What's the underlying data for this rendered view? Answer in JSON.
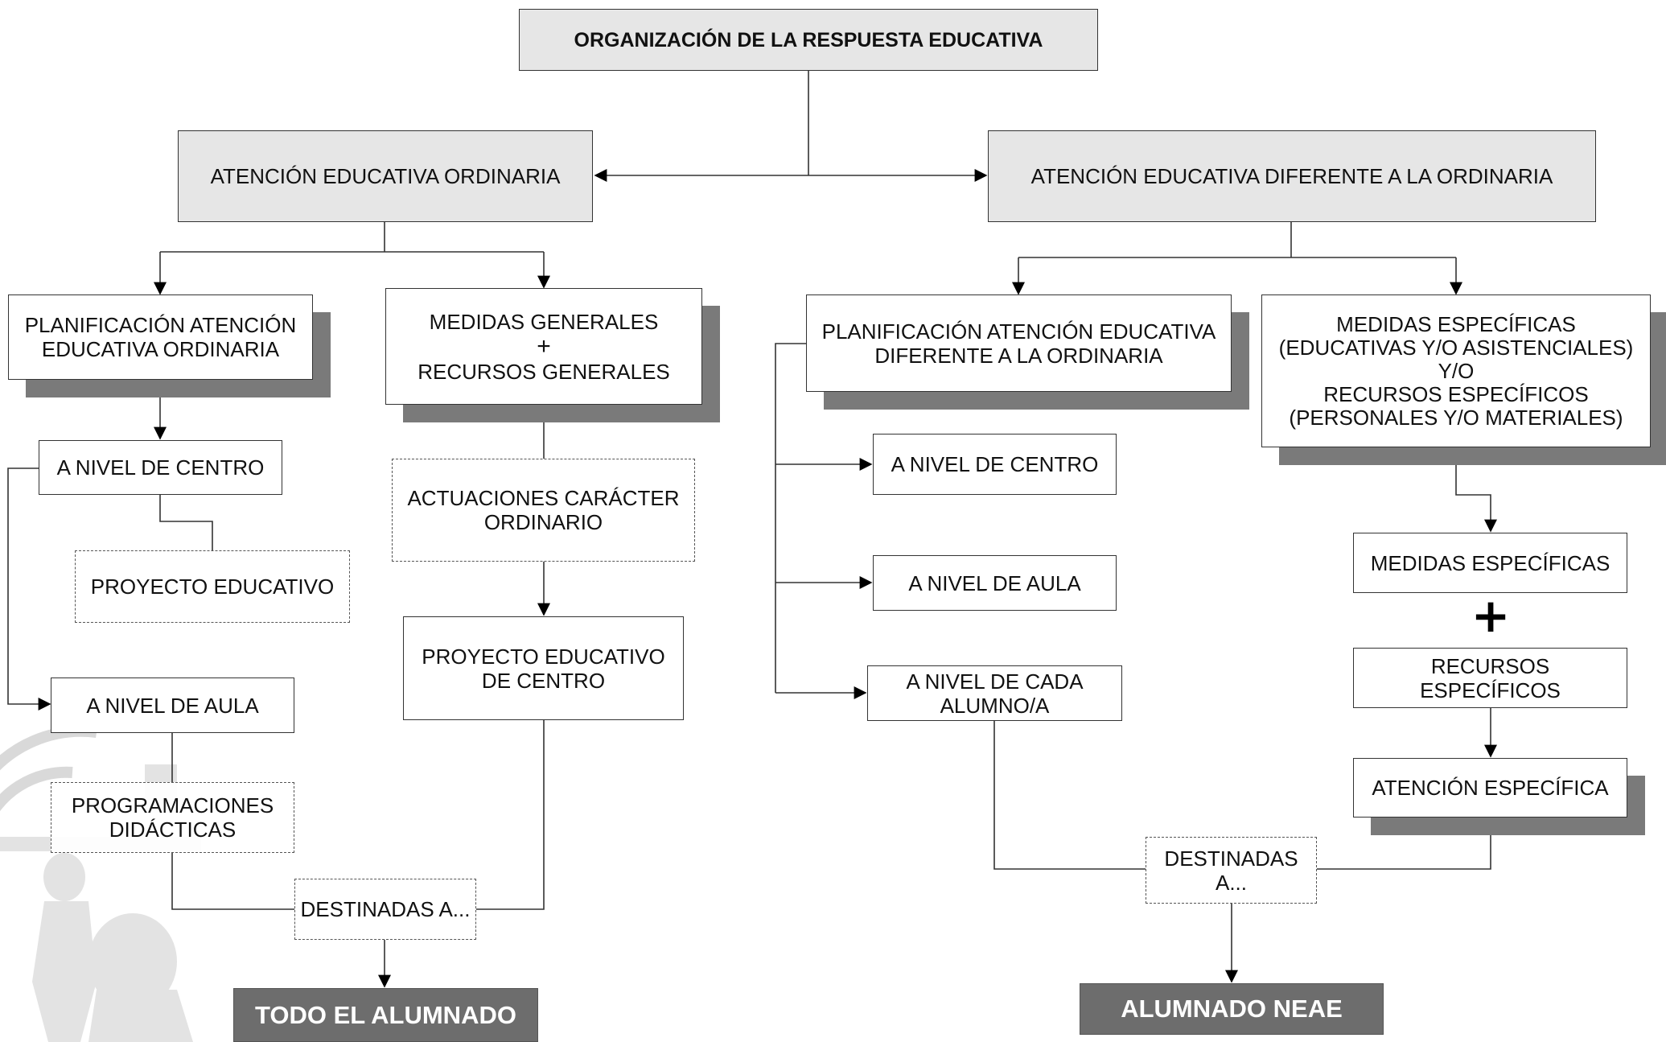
{
  "diagram": {
    "title": "ORGANIZACIÓN DE LA RESPUESTA EDUCATIVA",
    "ordinaria": {
      "title": "ATENCIÓN EDUCATIVA ORDINARIA",
      "planificacion": "PLANIFICACIÓN ATENCIÓN\nEDUCATIVA ORDINARIA",
      "nivel_centro": "A NIVEL DE CENTRO",
      "proyecto_educativo": "PROYECTO EDUCATIVO",
      "nivel_aula": "A NIVEL DE AULA",
      "programaciones": "PROGRAMACIONES\nDIDÁCTICAS",
      "medidas_generales": "MEDIDAS GENERALES",
      "plus": "+",
      "recursos_generales": "RECURSOS  GENERALES",
      "actuaciones": "ACTUACIONES CARÁCTER\nORDINARIO",
      "proyecto_centro": "PROYECTO EDUCATIVO\nDE CENTRO",
      "destinadas": "DESTINADAS A...",
      "destino": "TODO EL ALUMNADO"
    },
    "diferente": {
      "title": "ATENCIÓN EDUCATIVA DIFERENTE A LA ORDINARIA",
      "planificacion": "PLANIFICACIÓN ATENCIÓN EDUCATIVA\nDIFERENTE A LA ORDINARIA",
      "nivel_centro": "A NIVEL DE CENTRO",
      "nivel_aula": "A NIVEL DE AULA",
      "nivel_alumno": "A NIVEL DE CADA\nALUMNO/A",
      "medidas_especificas_full": "MEDIDAS ESPECÍFICAS\n(EDUCATIVAS Y/O ASISTENCIALES)\nY/O\nRECURSOS  ESPECÍFICOS\n(PERSONALES Y/O MATERIALES)",
      "medidas_especificas": "MEDIDAS ESPECÍFICAS",
      "plus": "+",
      "recursos_especificos": "RECURSOS ESPECÍFICOS",
      "atencion_especifica": "ATENCIÓN ESPECÍFICA",
      "destinadas": "DESTINADAS A...",
      "destino": "ALUMNADO NEAE"
    }
  },
  "colors": {
    "title_fill": "#e6e6e6",
    "shadow": "#7a7a7a",
    "destination_fill": "#6d6d6d",
    "line": "#333333"
  },
  "icons": {
    "seal": "coat-of-arms-watermark"
  }
}
